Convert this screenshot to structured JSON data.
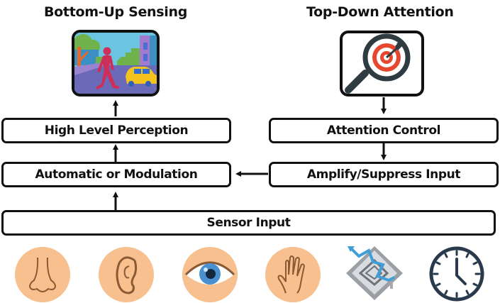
{
  "diagram": {
    "left_column_title": "Bottom-Up Sensing",
    "right_column_title": "Top-Down Attention",
    "boxes": {
      "high_level_perception": "High Level Perception",
      "automatic_or_modulation": "Automatic or Modulation",
      "attention_control": "Attention Control",
      "amplify_suppress_input": "Amplify/Suppress Input",
      "sensor_input": "Sensor Input"
    },
    "images": {
      "bottom_up": "street-scene-pedestrian-car-icon",
      "top_down": "magnifier-target-icon"
    },
    "sensors": [
      {
        "name": "nose-icon",
        "label": "smell"
      },
      {
        "name": "ear-icon",
        "label": "hearing"
      },
      {
        "name": "eye-icon",
        "label": "vision"
      },
      {
        "name": "hand-icon",
        "label": "touch"
      },
      {
        "name": "maze-icon",
        "label": "navigation"
      },
      {
        "name": "clock-icon",
        "label": "time"
      }
    ],
    "colors": {
      "skin_circle": "#f7c08e",
      "outline": "#111111",
      "target_red": "#e8472f",
      "magnifier_dark": "#2e3b41",
      "clock_dark": "#283a4c"
    }
  }
}
